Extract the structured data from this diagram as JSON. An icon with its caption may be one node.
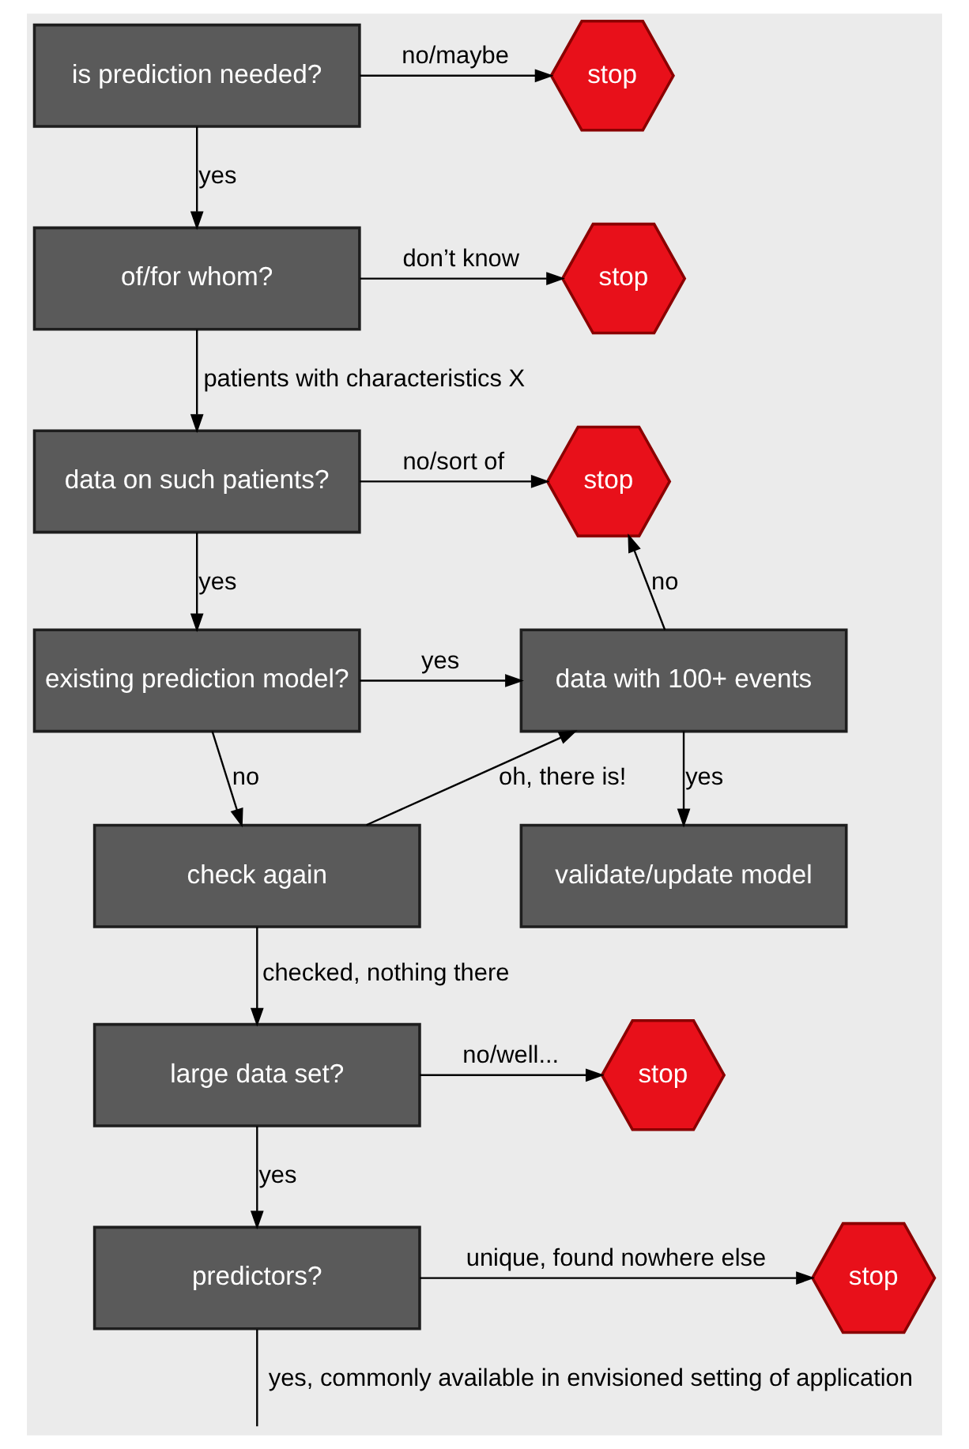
{
  "diagram": {
    "nodes": [
      {
        "text": [
          "is prediction needed?"
        ]
      },
      {
        "text": [
          "stop"
        ]
      },
      {
        "text": [
          "of/for whom?"
        ]
      },
      {
        "text": [
          "stop"
        ]
      },
      {
        "text": [
          "data on such patients?"
        ]
      },
      {
        "text": [
          "stop"
        ]
      },
      {
        "text": [
          "existing prediction model?"
        ]
      },
      {
        "text": [
          "data with 100+ events"
        ]
      },
      {
        "text": [
          "check again"
        ]
      },
      {
        "text": [
          "validate/update model"
        ]
      },
      {
        "text": [
          "large data set?"
        ]
      },
      {
        "text": [
          "stop"
        ]
      },
      {
        "text": [
          "predictors?"
        ]
      },
      {
        "text": [
          "stop"
        ]
      }
    ],
    "edges": [
      {
        "from": 0,
        "to": 1,
        "arrow": "to",
        "label": "no/maybe"
      },
      {
        "from": 0,
        "to": 2,
        "arrow": "to",
        "label": "yes"
      },
      {
        "from": 2,
        "to": 3,
        "arrow": "to",
        "label": "don’t know"
      },
      {
        "from": 2,
        "to": 4,
        "arrow": "to",
        "label": "patients with characteristics X"
      },
      {
        "from": 4,
        "to": 5,
        "arrow": "to",
        "label": "no/sort of"
      },
      {
        "from": 4,
        "to": 6,
        "arrow": "to",
        "label": "yes"
      },
      {
        "from": 6,
        "to": 7,
        "arrow": "to",
        "label": "yes"
      },
      {
        "from": 7,
        "to": 5,
        "arrow": "to",
        "label": "no"
      },
      {
        "from": 7,
        "to": 9,
        "arrow": "to",
        "label": "yes"
      },
      {
        "from": 6,
        "to": 8,
        "arrow": "to",
        "label": "no"
      },
      {
        "from": 8,
        "to": 7,
        "arrow": "to",
        "label": "oh, there is!"
      },
      {
        "from": 8,
        "to": 10,
        "arrow": "to",
        "label": "checked, nothing there"
      },
      {
        "from": 10,
        "to": 11,
        "arrow": "to",
        "label": "no/well..."
      },
      {
        "from": 10,
        "to": 12,
        "arrow": "to",
        "label": "yes"
      },
      {
        "from": 12,
        "to": 13,
        "arrow": "to",
        "label": "unique, found nowhere else"
      },
      {
        "from": 12,
        "to": null,
        "arrow": "none",
        "label": "yes, commonly available in envisioned setting of application"
      }
    ]
  }
}
